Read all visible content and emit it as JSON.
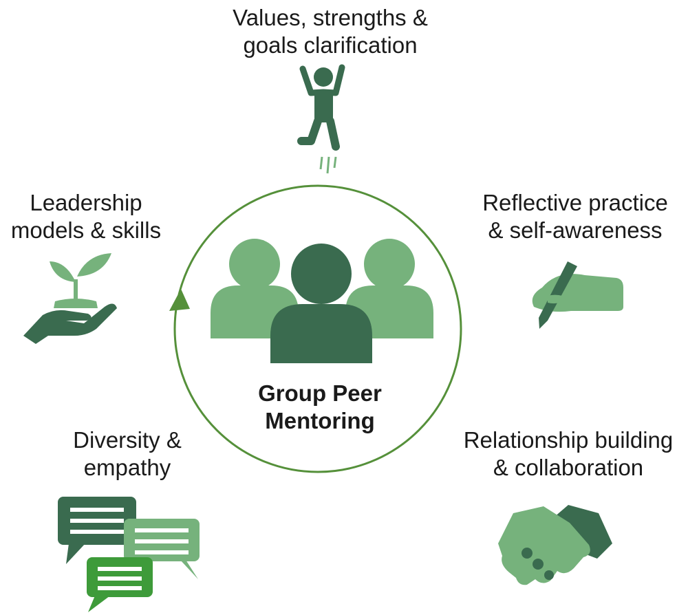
{
  "center": {
    "title_line1": "Group Peer",
    "title_line2": "Mentoring"
  },
  "topics": [
    {
      "line1": "Values, strengths &",
      "line2": "goals clarification",
      "icon": "jumping-person-icon"
    },
    {
      "line1": "Reflective practice",
      "line2": "& self-awareness",
      "icon": "hand-writing-pen-icon"
    },
    {
      "line1": "Relationship building",
      "line2": "& collaboration",
      "icon": "handshake-icon"
    },
    {
      "line1": "Diversity &",
      "line2": "empathy",
      "icon": "speech-bubbles-icon"
    },
    {
      "line1": "Leadership",
      "line2": "models & skills",
      "icon": "sprout-in-hand-icon"
    }
  ],
  "colors": {
    "dark_green": "#3a6b4f",
    "light_green": "#76b27c",
    "bright_green": "#3e9b3a",
    "cycle_line": "#4f8a2f"
  }
}
